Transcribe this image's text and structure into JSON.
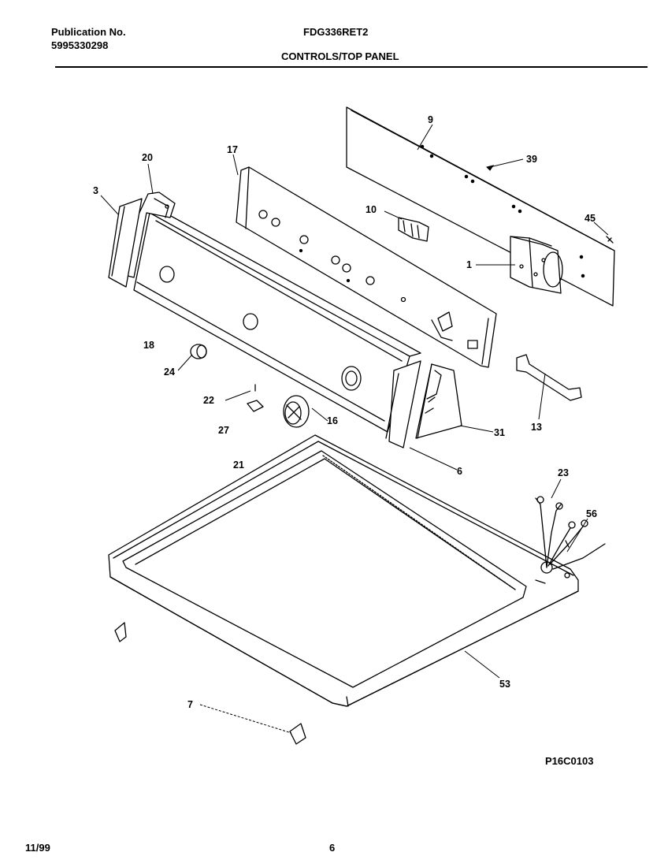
{
  "header": {
    "pub_label": "Publication No.",
    "pub_number": "5995330298",
    "model": "FDG336RET2",
    "section_title": "CONTROLS/TOP PANEL"
  },
  "parts": {
    "p9": "9",
    "p39": "39",
    "p45": "45",
    "p17": "17",
    "p20": "20",
    "p3": "3",
    "p10": "10",
    "p1": "1",
    "p18": "18",
    "p24": "24",
    "p22": "22",
    "p27": "27",
    "p16": "16",
    "p31": "31",
    "p13": "13",
    "p6": "6",
    "p21": "21",
    "p23": "23",
    "p56": "56",
    "p53": "53",
    "p7": "7"
  },
  "diagram_code": "P16C0103",
  "footer": {
    "date": "11/99",
    "page": "6"
  }
}
